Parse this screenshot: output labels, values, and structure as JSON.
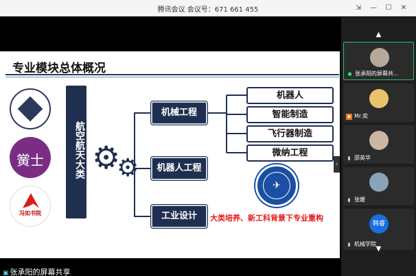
{
  "window": {
    "title": "腾讯会议 会议号：671 661 455",
    "buttons": {
      "pin": "⇲",
      "minimize": "—",
      "maximize": "☐",
      "close": "✕"
    }
  },
  "slide": {
    "title": "专业模块总体概况",
    "vertical_label": "航空航天大类",
    "branches": {
      "mech": "机械工程",
      "robot": "机器人工程",
      "design": "工业设计"
    },
    "sub_items": [
      "机器人",
      "智能制造",
      "飞行器制造",
      "微纳工程"
    ],
    "note": "大类培养、新工科背景下专业重构",
    "logos": {
      "logo2": "黉士",
      "logo3": "冯如书院"
    }
  },
  "share_label": "张承阳的屏幕共享",
  "participants": [
    {
      "name": "张承阳的屏幕共...",
      "mic": "green",
      "avatar_color": "#b8a89a"
    },
    {
      "name": "Mr.奕",
      "mic": "orange",
      "avatar_color": "#e8c36a"
    },
    {
      "name": "邵英华",
      "mic": "gray",
      "avatar_color": "#c9b7a3"
    },
    {
      "name": "张媛",
      "mic": "gray",
      "avatar_color": "#8aa3b8"
    },
    {
      "name": "机械学院",
      "mic": "gray",
      "avatar_color": "#1a6fe0",
      "avatar_text": "韩睿"
    }
  ],
  "icons": {
    "panel_up": "chevron-up-icon",
    "panel_down": "chevron-down-icon",
    "collapse": "chevron-right-icon"
  },
  "colors": {
    "navy": "#1f2f4f",
    "red": "#e31b1b",
    "active_tile": "#22c06a"
  }
}
